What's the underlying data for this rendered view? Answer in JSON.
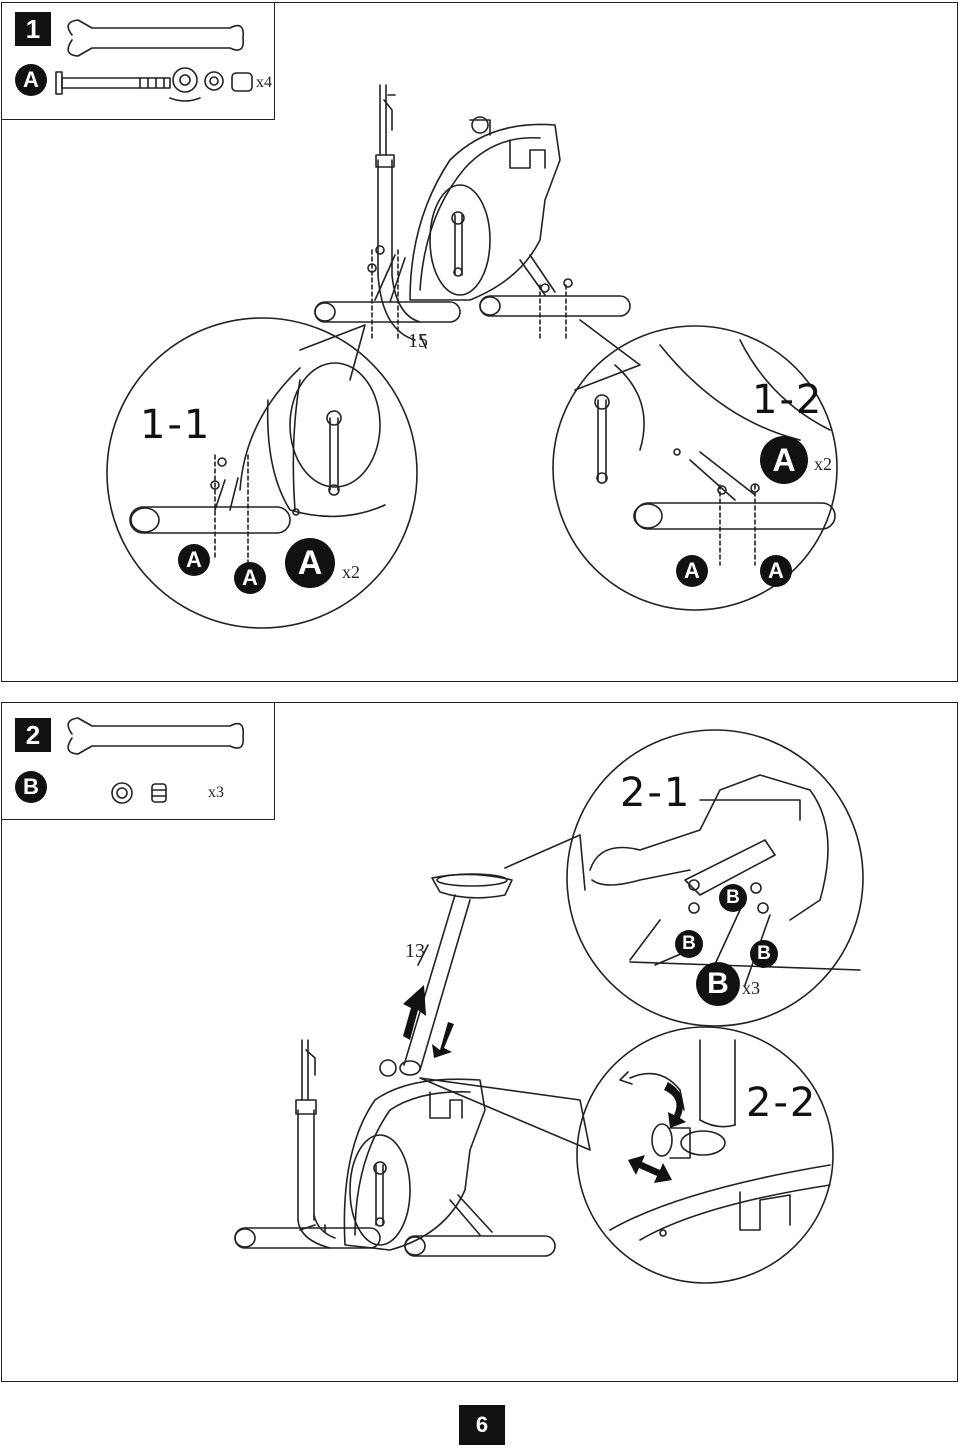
{
  "step1": {
    "number": "1",
    "part_letter": "A",
    "part_qty": "x4",
    "tool_icon": "wrench-icon",
    "callout_1_1": {
      "label": "1-1",
      "markers": [
        "A",
        "A",
        "A"
      ],
      "qty": "x2"
    },
    "callout_1_2": {
      "label": "1-2",
      "markers": [
        "A",
        "A",
        "A"
      ],
      "qty": "x2"
    },
    "part_number": "15"
  },
  "step2": {
    "number": "2",
    "part_letter": "B",
    "part_qty": "x3",
    "tool_icon": "wrench-icon",
    "callout_2_1": {
      "label": "2-1",
      "markers": [
        "B",
        "B",
        "B",
        "B"
      ],
      "qty": "x3"
    },
    "callout_2_2": {
      "label": "2-2"
    },
    "part_number": "13"
  },
  "page_number": "6"
}
